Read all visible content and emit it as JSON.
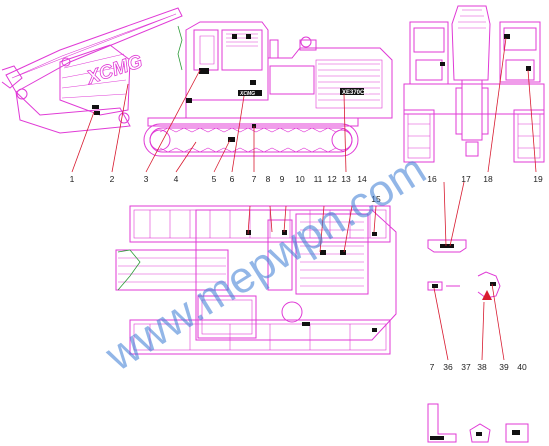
{
  "brand_text": "XCMG",
  "side_decal_text": "XCMG",
  "model_text": "XE370CA",
  "watermark_text": "www.mepwpn.com",
  "callouts": [
    {
      "n": "1"
    },
    {
      "n": "2"
    },
    {
      "n": "3"
    },
    {
      "n": "4"
    },
    {
      "n": "5"
    },
    {
      "n": "6"
    },
    {
      "n": "7"
    },
    {
      "n": "8"
    },
    {
      "n": "9"
    },
    {
      "n": "10"
    },
    {
      "n": "11"
    },
    {
      "n": "12"
    },
    {
      "n": "13"
    },
    {
      "n": "14"
    },
    {
      "n": "15"
    },
    {
      "n": "16"
    },
    {
      "n": "17"
    },
    {
      "n": "18"
    },
    {
      "n": "19"
    },
    {
      "n": "7"
    },
    {
      "n": "36"
    },
    {
      "n": "37"
    },
    {
      "n": "38"
    },
    {
      "n": "39"
    },
    {
      "n": "40"
    }
  ],
  "colors": {
    "outline": "#e03ad6",
    "leader": "#d81b30",
    "label": "#111111",
    "accent_green": "#2e9b3a",
    "watermark": "#3a7bd5"
  }
}
